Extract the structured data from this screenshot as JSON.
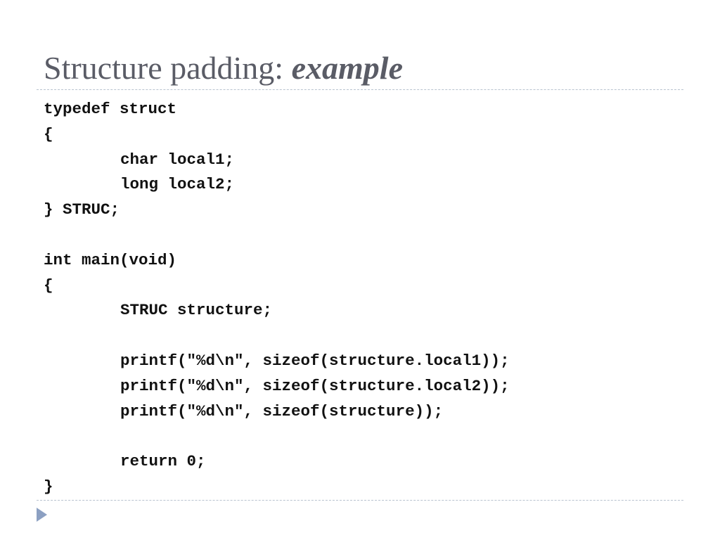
{
  "slide": {
    "title": "Structure padding: ",
    "title_emphasis": "example",
    "code_lines": [
      {
        "text": "typedef struct",
        "indent": false
      },
      {
        "text": "{",
        "indent": false
      },
      {
        "text": "char local1;",
        "indent": true
      },
      {
        "text": "long local2;",
        "indent": true
      },
      {
        "text": "} STRUC;",
        "indent": false
      },
      {
        "text": "",
        "indent": false
      },
      {
        "text": "int main(void)",
        "indent": false
      },
      {
        "text": "{",
        "indent": false
      },
      {
        "text": "STRUC structure;",
        "indent": true
      },
      {
        "text": "",
        "indent": false
      },
      {
        "text": "printf(\"%d\\n\", sizeof(structure.local1));",
        "indent": true
      },
      {
        "text": "printf(\"%d\\n\", sizeof(structure.local2));",
        "indent": true
      },
      {
        "text": "printf(\"%d\\n\", sizeof(structure));",
        "indent": true
      },
      {
        "text": "",
        "indent": false
      },
      {
        "text": "return 0;",
        "indent": true
      },
      {
        "text": "}",
        "indent": false
      }
    ],
    "colors": {
      "title": "#5a5c66",
      "divider": "#b8c3cf",
      "bullet": "#8ca0c2",
      "code": "#111111"
    },
    "bullet_icon": "triangle-bullet-icon"
  }
}
